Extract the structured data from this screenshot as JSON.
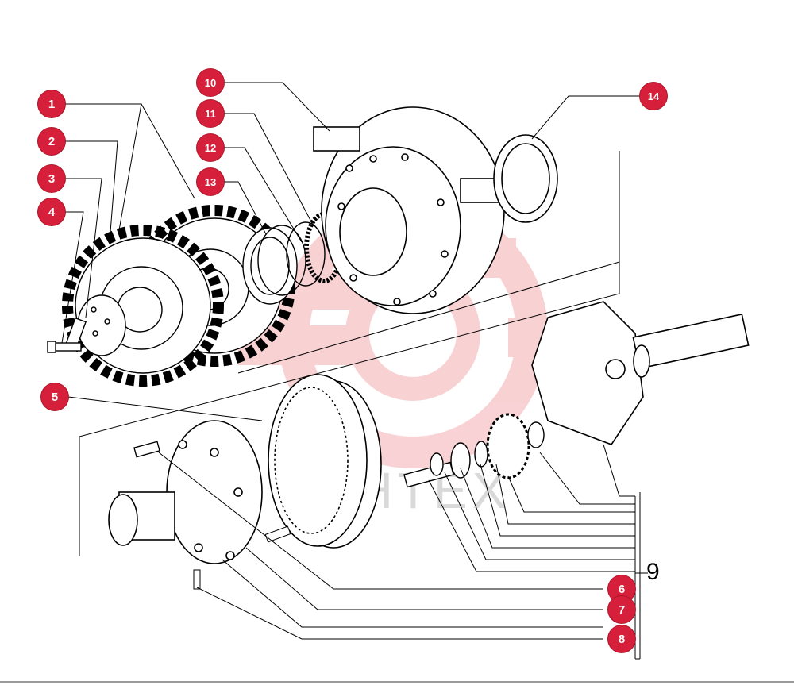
{
  "watermark": {
    "text": "ИНТЕХ",
    "color": "#e8b0b0"
  },
  "accent_color": "#d61f3a",
  "callouts": {
    "c1": "1",
    "c2": "2",
    "c3": "3",
    "c4": "4",
    "c5": "5",
    "c6": "6",
    "c7": "7",
    "c8": "8",
    "c10": "10",
    "c11": "11",
    "c12": "12",
    "c13": "13",
    "c14": "14"
  },
  "plain_label_9": "9"
}
